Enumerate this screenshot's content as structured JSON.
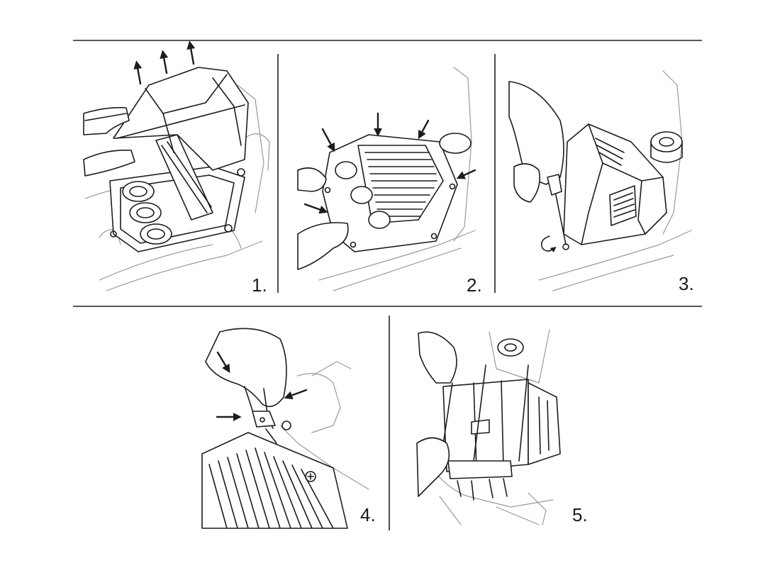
{
  "steps": [
    {
      "number": "1."
    },
    {
      "number": "2."
    },
    {
      "number": "3."
    },
    {
      "number": "4."
    },
    {
      "number": "5."
    }
  ]
}
